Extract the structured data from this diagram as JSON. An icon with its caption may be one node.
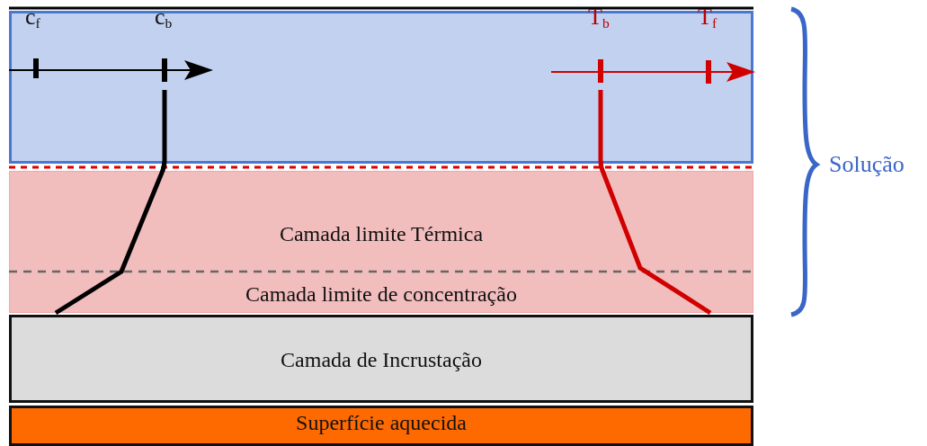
{
  "diagram": {
    "nodes": [
      {
        "text": [],
        "shape": "box"
      },
      {
        "text": [
          "Camada limite Térmica",
          "Camada limite de concentração"
        ]
      },
      {
        "text": [
          "Camada de Incrustação"
        ]
      },
      {
        "text": [
          "Superfície aquecida"
        ]
      }
    ],
    "labels": [
      "c$_{f}$",
      "c$_{b}$",
      "T$_{b}$",
      "T$_{f}$",
      "Solução"
    ]
  }
}
